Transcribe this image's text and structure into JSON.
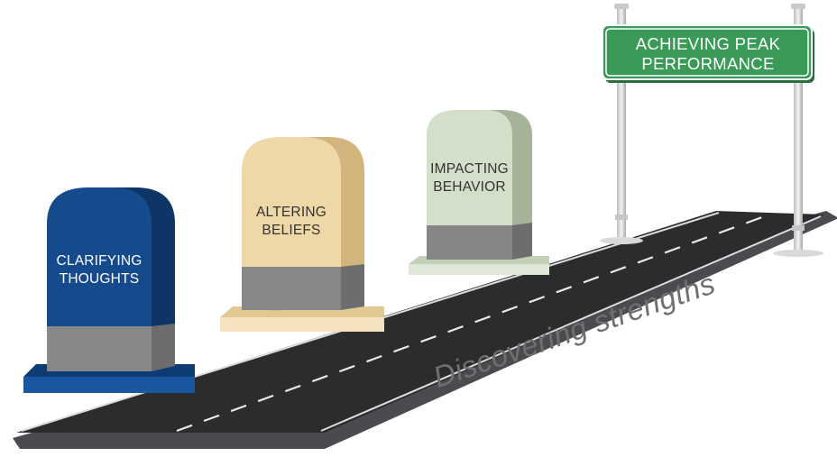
{
  "sign": {
    "line1": "ACHIEVING PEAK",
    "line2": "PERFORMANCE",
    "color": "#3a9a57"
  },
  "milestones": [
    {
      "label": "CLARIFYING\nTHOUGHTS",
      "color": "#154a8d",
      "text_color": "#ffffff"
    },
    {
      "label": "ALTERING\nBELIEFS",
      "color": "#efd8a7",
      "text_color": "#333333"
    },
    {
      "label": "IMPACTING\nBEHAVIOR",
      "color": "#d4dfc9",
      "text_color": "#333333"
    }
  ],
  "road": {
    "caption": "Discovering strengths",
    "surface_color": "#2b2c2e"
  }
}
